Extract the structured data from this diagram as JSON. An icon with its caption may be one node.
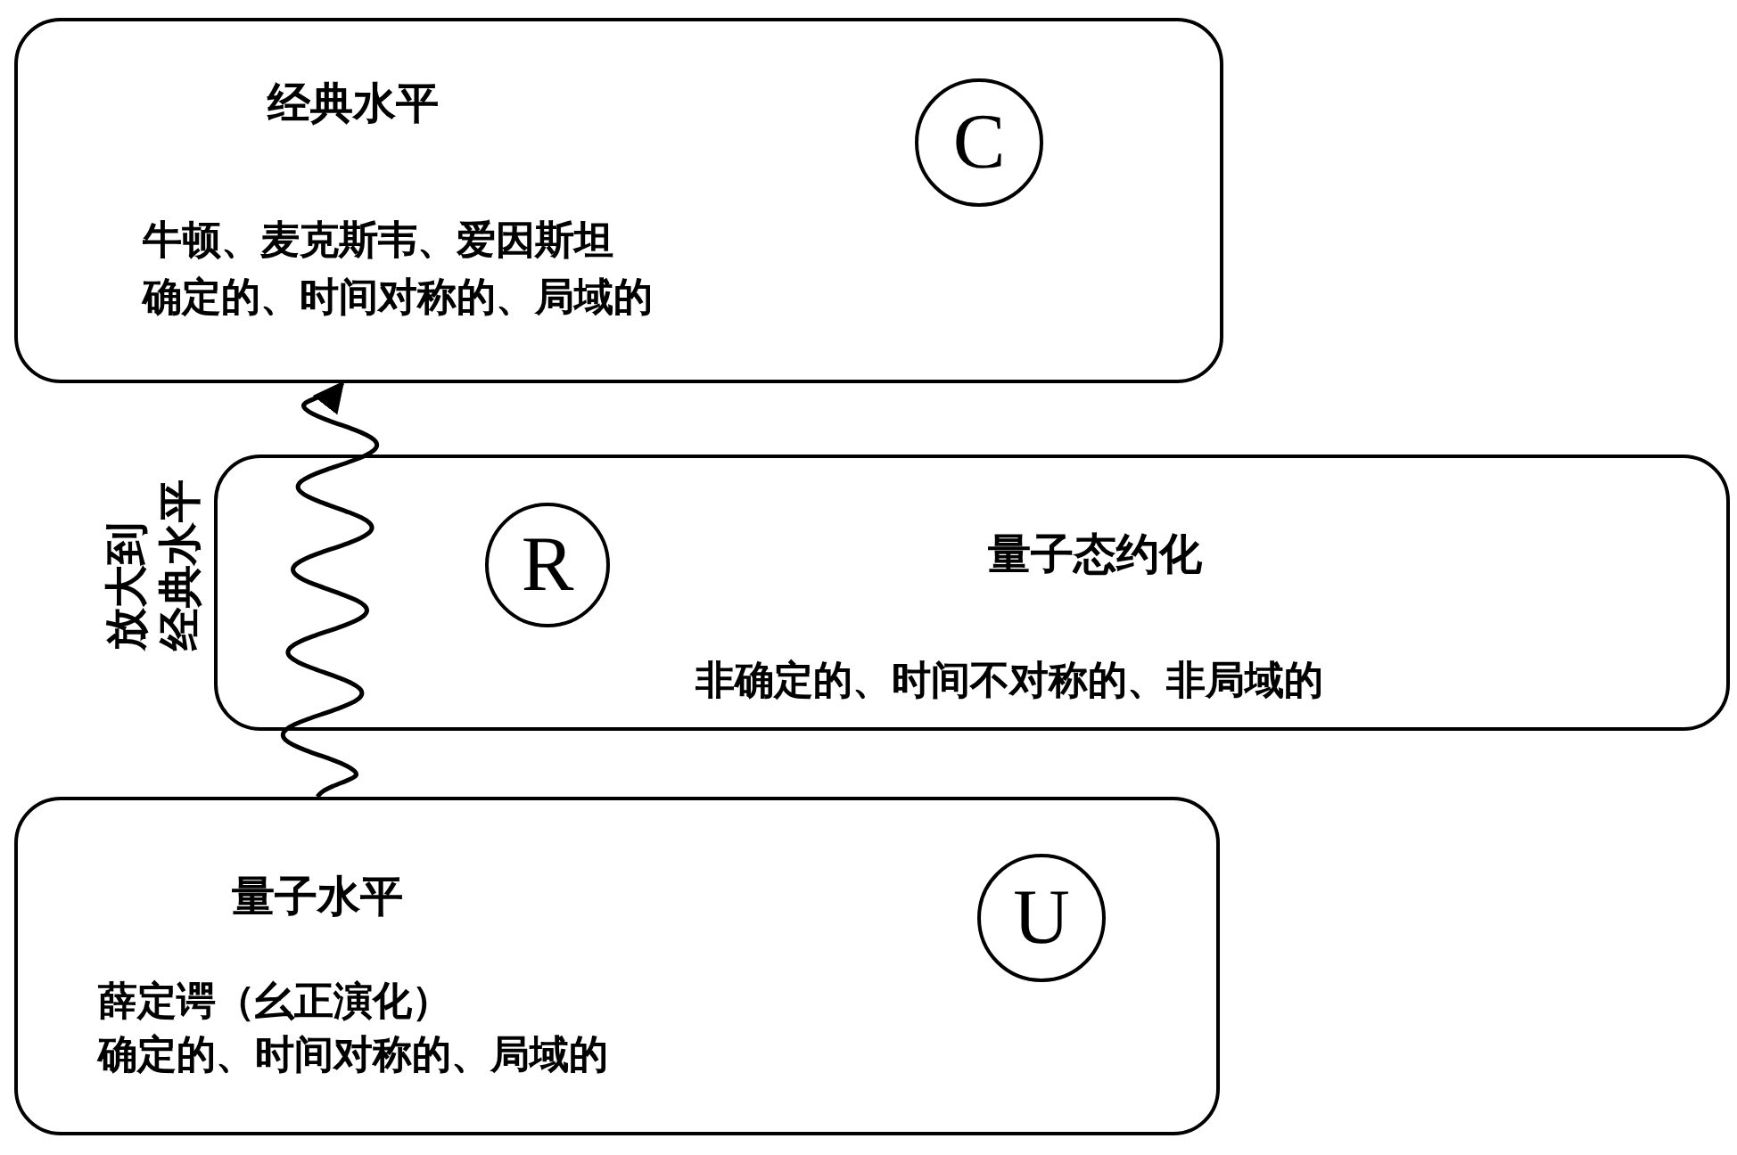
{
  "diagram": {
    "nodes": [
      {
        "text": [
          "经典水平",
          "牛顿、麦克斯韦、爱因斯坦",
          "确定的、时间对称的、局域的"
        ]
      },
      {
        "text": [
          "C"
        ],
        "in": 0
      },
      {
        "text": [
          "量子态约化",
          "非确定的、时间不对称的、非局域的"
        ]
      },
      {
        "text": [
          "R"
        ],
        "in": 2
      },
      {
        "text": [
          "量子水平",
          "薛定谔（幺正演化）",
          "确定的、时间对称的、局域的"
        ]
      },
      {
        "text": [
          "U"
        ],
        "in": 4
      }
    ],
    "edges": [
      {
        "from": 4,
        "to": 0,
        "arrow": "to",
        "label": "放大到经典水平"
      }
    ]
  }
}
